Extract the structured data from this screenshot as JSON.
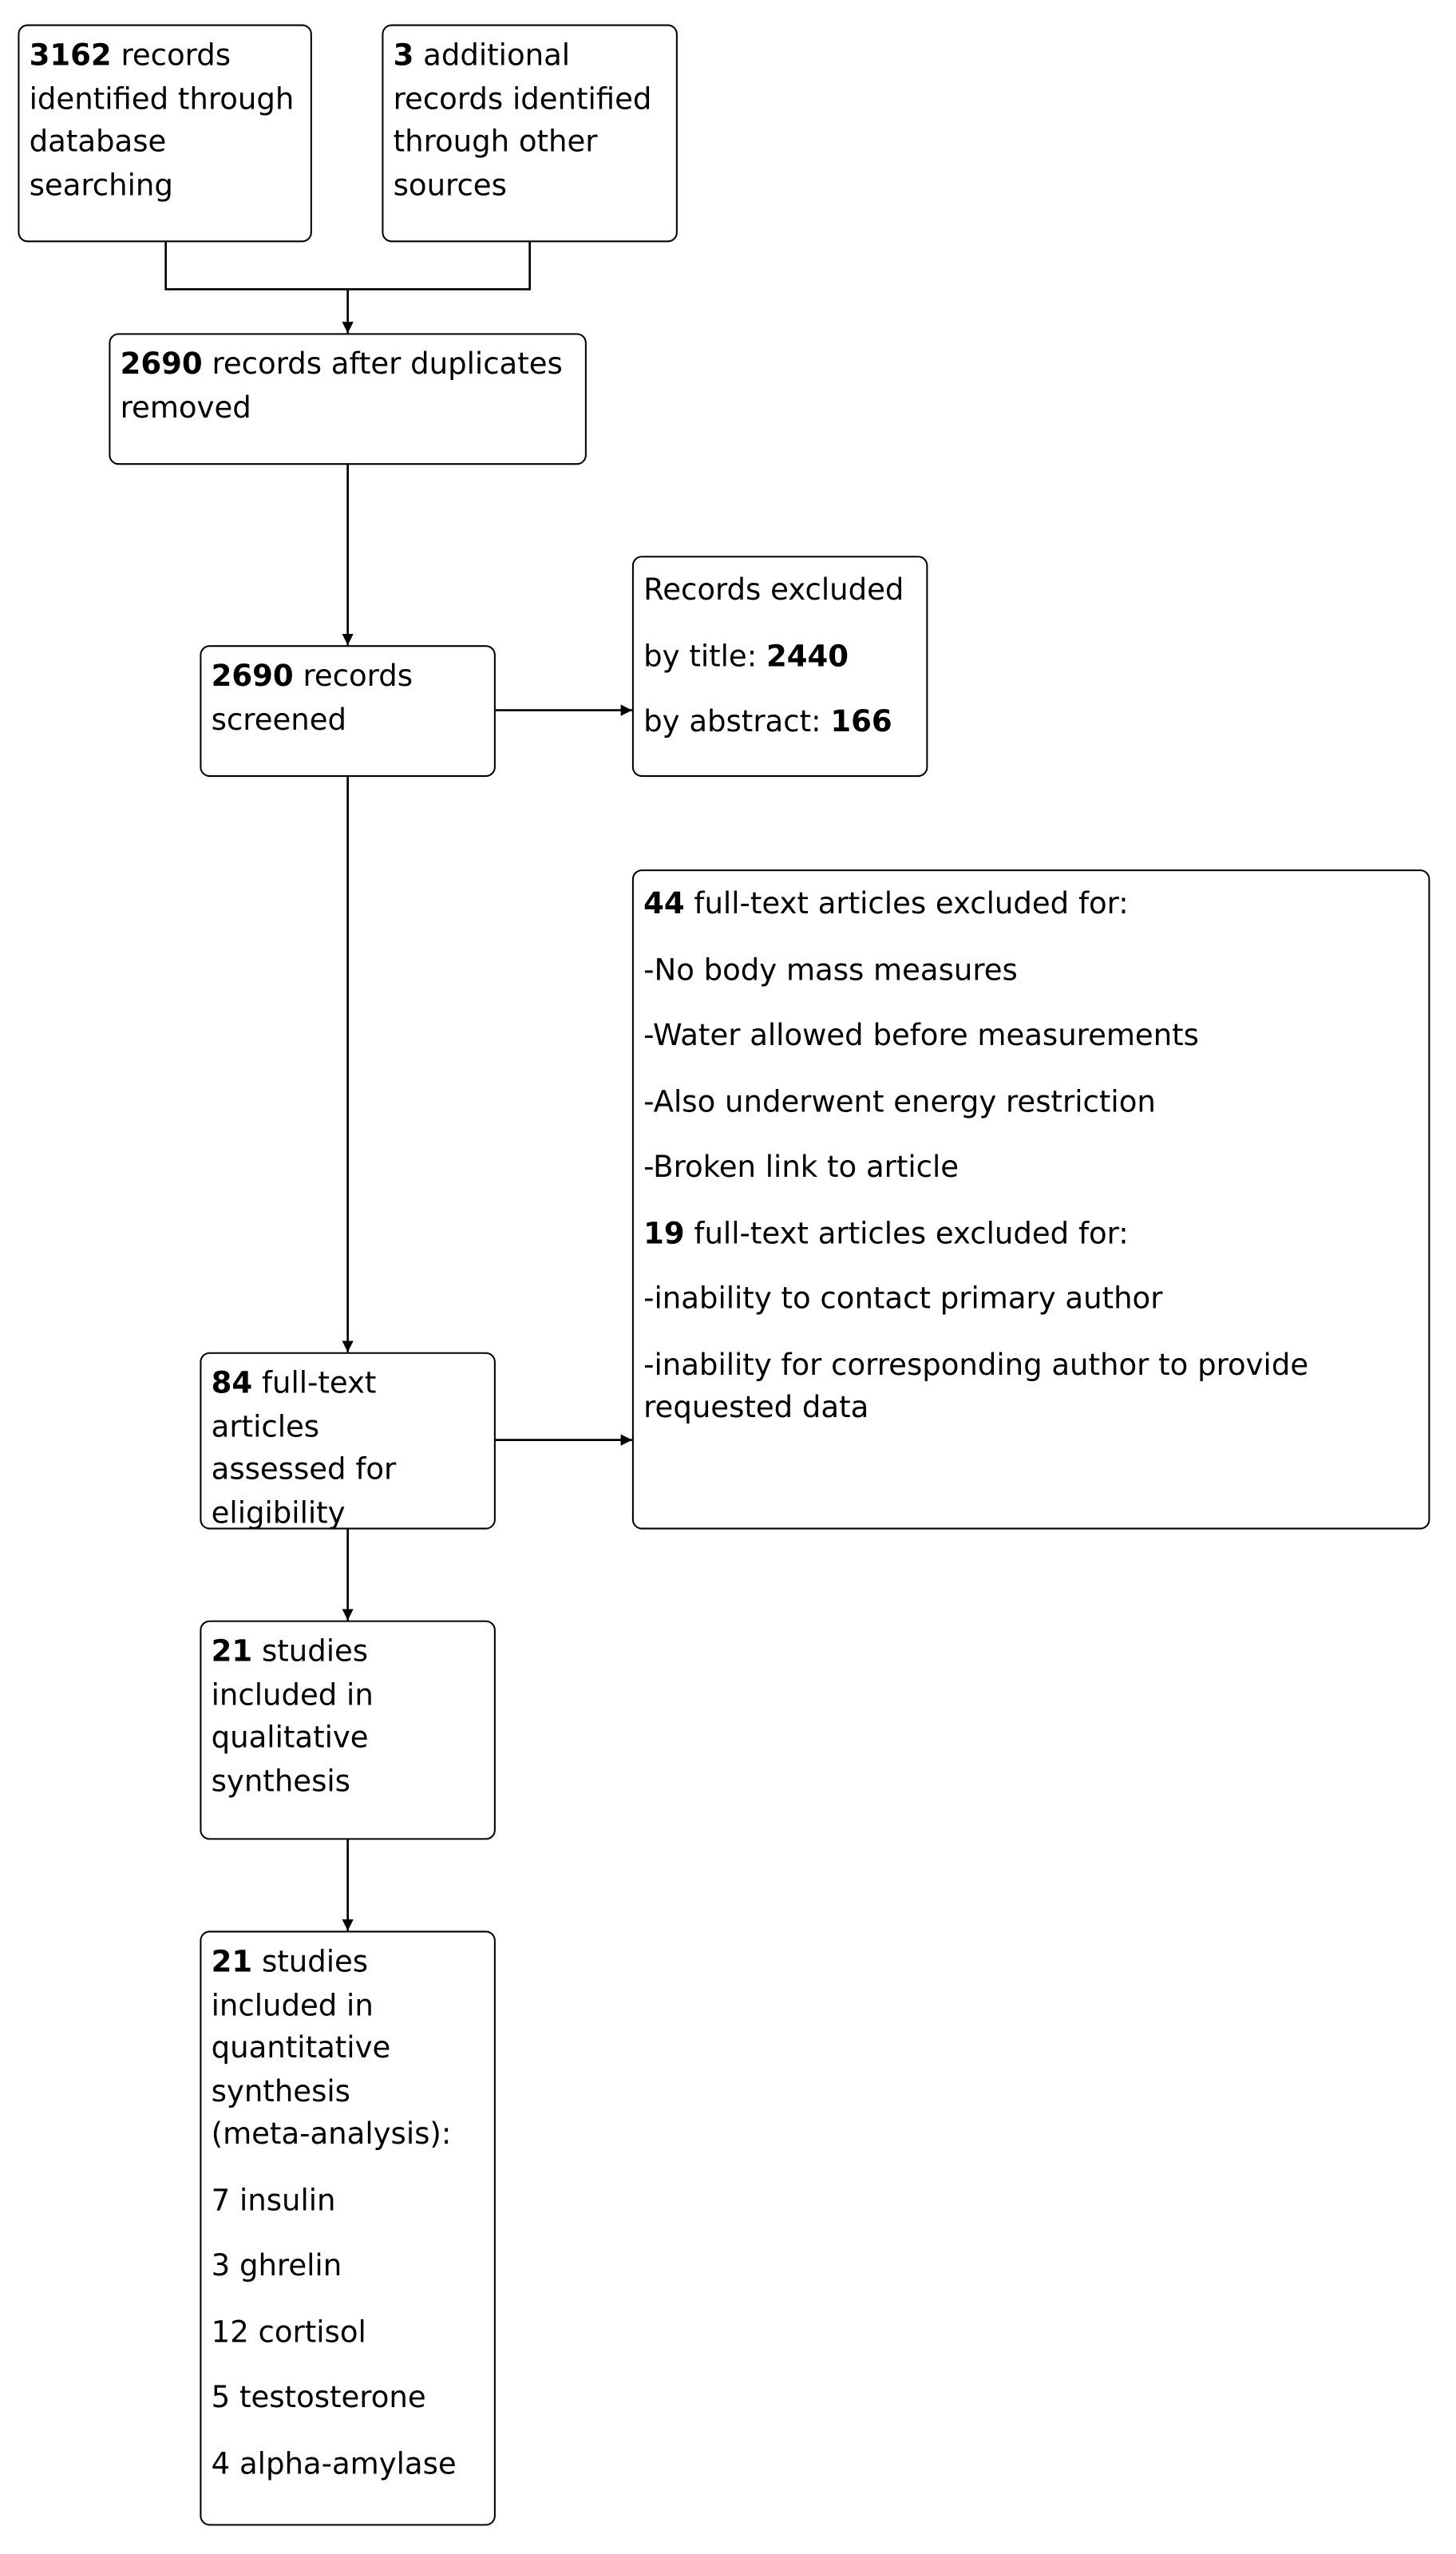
{
  "identification": {
    "database": {
      "count": "3162",
      "line1_rest": " records",
      "line2": "identified through",
      "line3": "database",
      "line4": "searching"
    },
    "other": {
      "count": "3",
      "line1_rest": " additional",
      "line2": "records identified",
      "line3": "through other",
      "line4": "sources"
    }
  },
  "duplicates": {
    "count": "2690",
    "line1_rest": " records after duplicates",
    "line2": "removed"
  },
  "screening": {
    "screened": {
      "count": "2690",
      "line1_rest": " records",
      "line2": "screened"
    },
    "excluded": {
      "title": "Records excluded",
      "by_title_label": "by title: ",
      "by_title_count": "2440",
      "by_abstract_label": "by abstract: ",
      "by_abstract_count": "166"
    }
  },
  "eligibility": {
    "assessed": {
      "count": "84",
      "line1_rest": " full-text articles",
      "line2": "assessed for",
      "line3": "eligibility"
    },
    "excluded": {
      "group1_count": "44",
      "group1_text": " full-text articles excluded for:",
      "group1_reasons": [
        "-No body mass measures",
        "-Water allowed before measurements",
        "-Also underwent energy restriction",
        "-Broken link to article"
      ],
      "group2_count": "19",
      "group2_text": " full-text articles excluded for:",
      "group2_reason1": "-inability to contact primary author",
      "group2_reason2_line1": "-inability for corresponding author to provide",
      "group2_reason2_line2": "requested data"
    }
  },
  "included": {
    "qualitative": {
      "count": "21",
      "line1_rest": " studies",
      "line2": "included in",
      "line3": "qualitative",
      "line4": "synthesis"
    },
    "quantitative": {
      "count": "21",
      "line1_rest": " studies",
      "line2": "included in",
      "line3": "quantitative",
      "line4": "synthesis",
      "line5": "(meta-analysis):",
      "outcomes": [
        "7 insulin",
        "3 ghrelin",
        "12 cortisol",
        "5 testosterone",
        "4 alpha-amylase"
      ]
    }
  }
}
